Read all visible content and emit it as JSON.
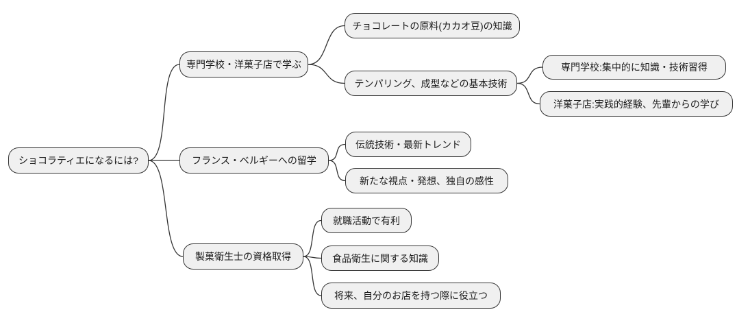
{
  "mindmap": {
    "type": "mindmap",
    "colors": {
      "background": "#ffffff",
      "node_fill": "#f0f0f0",
      "node_border": "#333333",
      "connector": "#333333",
      "text": "#1a1a1a"
    },
    "root": {
      "label": "ショコラティエになるには?",
      "children": [
        {
          "label": "専門学校・洋菓子店で学ぶ",
          "children": [
            {
              "label": "チョコレートの原料(カカオ豆)の知識",
              "children": []
            },
            {
              "label": "テンパリング、成型などの基本技術",
              "children": [
                {
                  "label": "専門学校:集中的に知識・技術習得"
                },
                {
                  "label": "洋菓子店:実践的経験、先輩からの学び"
                }
              ]
            }
          ]
        },
        {
          "label": "フランス・ベルギーへの留学",
          "children": [
            {
              "label": "伝統技術・最新トレンド"
            },
            {
              "label": "新たな視点・発想、独自の感性"
            }
          ]
        },
        {
          "label": "製菓衛生士の資格取得",
          "children": [
            {
              "label": "就職活動で有利"
            },
            {
              "label": "食品衛生に関する知識"
            },
            {
              "label": "将来、自分のお店を持つ際に役立つ"
            }
          ]
        }
      ]
    }
  }
}
